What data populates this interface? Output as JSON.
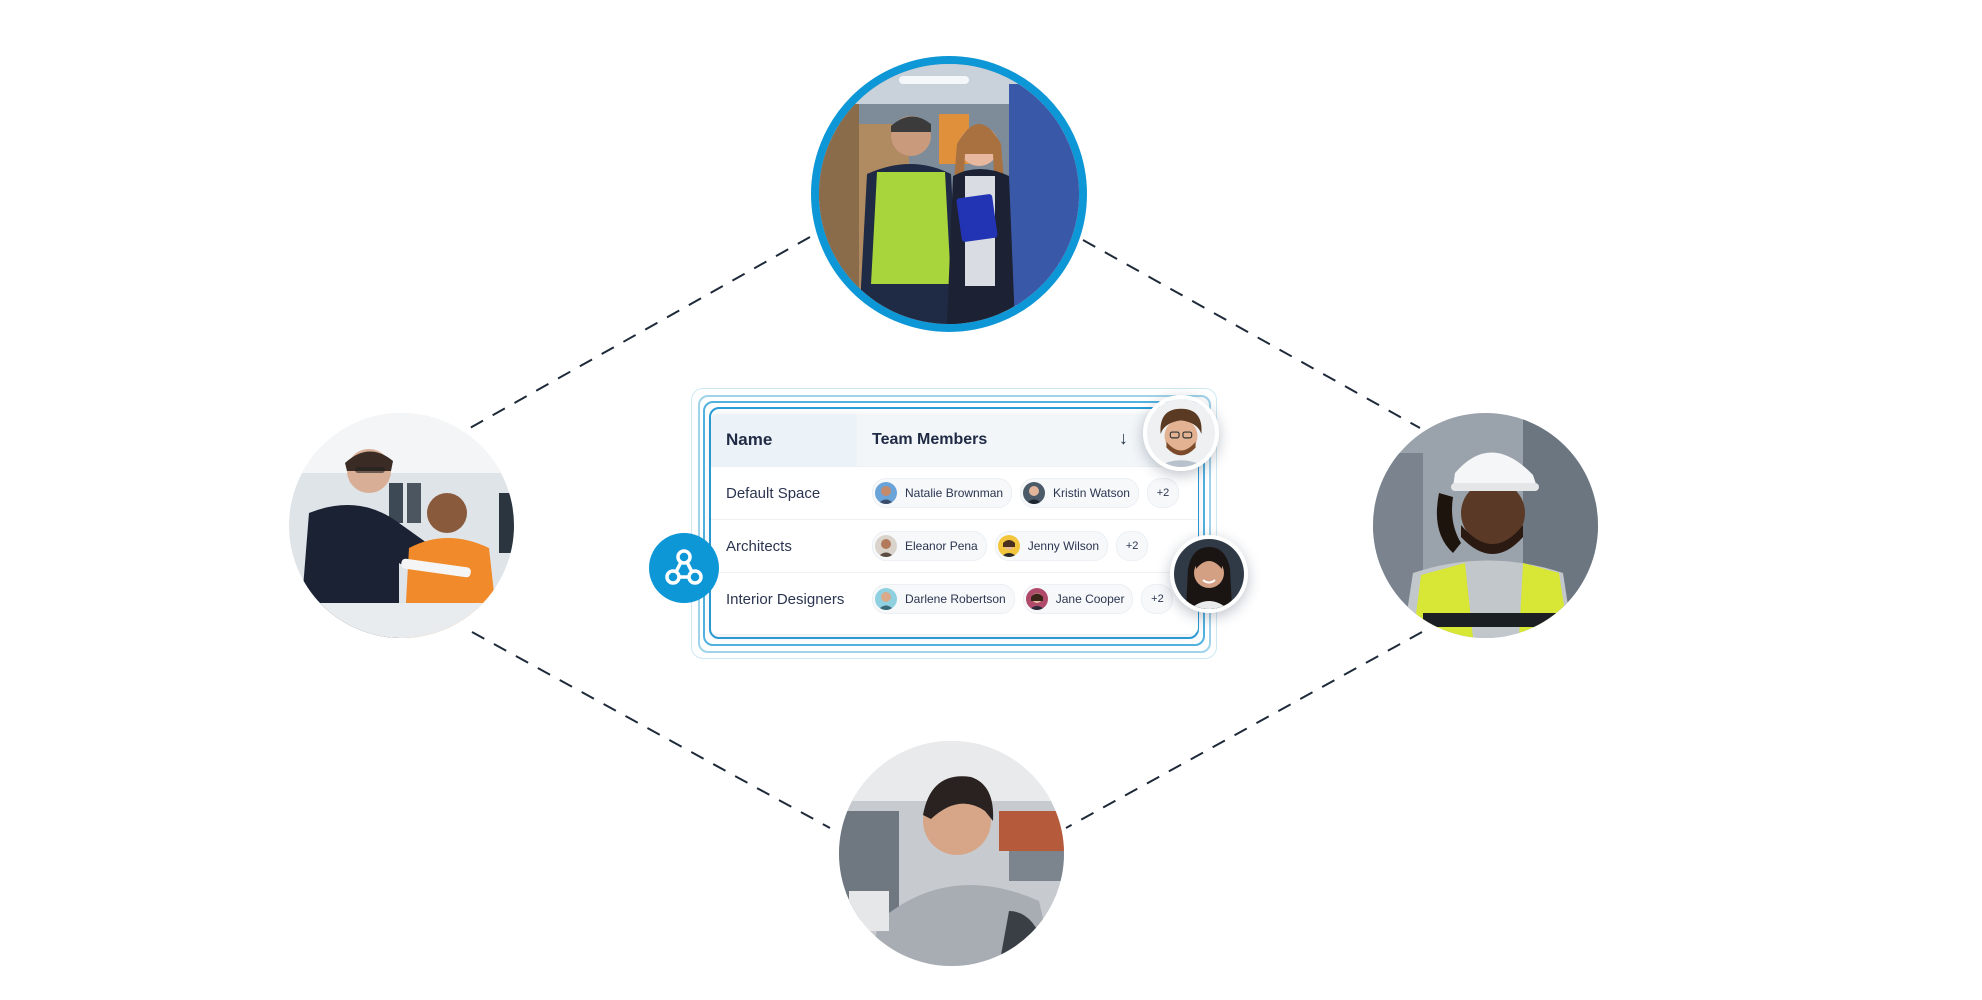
{
  "table": {
    "headers": {
      "name": "Name",
      "members": "Team Members"
    },
    "sort_arrow": "↓",
    "rows": [
      {
        "name": "Default Space",
        "members": [
          "Natalie Brownman",
          "Kristin Watson"
        ],
        "more": "+2"
      },
      {
        "name": "Architects",
        "members": [
          "Eleanor Pena",
          "Jenny Wilson"
        ],
        "more": "+2"
      },
      {
        "name": "Interior Designers",
        "members": [
          "Darlene Robertson",
          "Jane Cooper"
        ],
        "more": "+2"
      }
    ]
  },
  "colors": {
    "accent": "#0e97d6",
    "connector": "#1e2a3a",
    "header_bg": "#ebf3f8"
  },
  "icons": {
    "logo": "three-connected-nodes-icon",
    "sort": "arrow-down-icon"
  }
}
